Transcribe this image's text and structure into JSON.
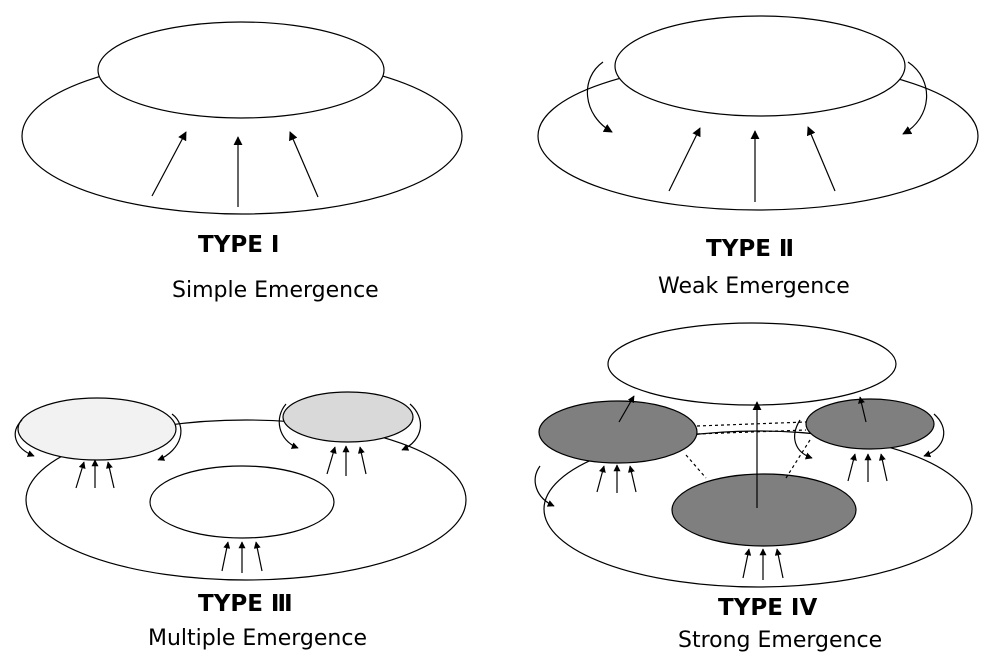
{
  "panels": [
    {
      "title": "TYPE  Ⅰ",
      "subtitle": "Simple Emergence"
    },
    {
      "title": "TYPE Ⅱ",
      "subtitle": "Weak Emergence"
    },
    {
      "title": "TYPE Ⅲ",
      "subtitle": "Multiple Emergence"
    },
    {
      "title": "TYPE IV",
      "subtitle": "Strong Emergence"
    }
  ],
  "colors": {
    "stroke": "#000000",
    "light_gray": "#f2f2f2",
    "mid_gray": "#d9d9d9",
    "dark_gray": "#7f7f7f",
    "background": "#ffffff"
  }
}
